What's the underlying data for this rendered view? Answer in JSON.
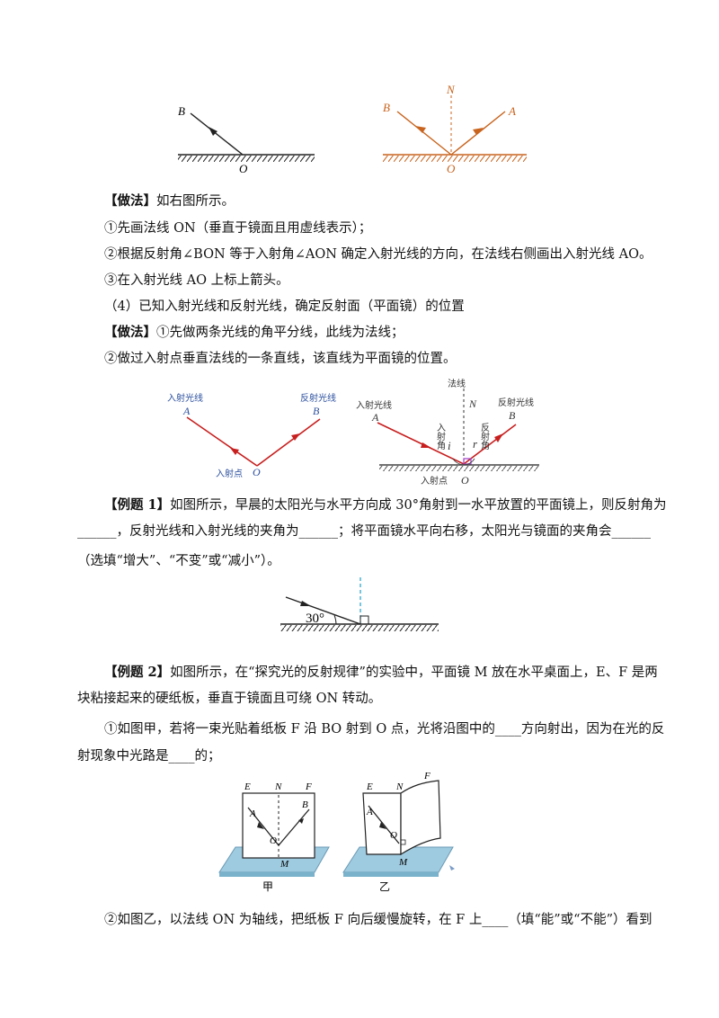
{
  "fig1": {
    "left": {
      "B": "B",
      "O": "O"
    },
    "right": {
      "N": "N",
      "A": "A",
      "B": "B",
      "O": "O"
    }
  },
  "section3": {
    "method_tag": "【做法】",
    "method_text": "如右图所示。",
    "step1": "①先画法线 ON（垂直于镜面且用虚线表示）；",
    "step2": "②根据反射角∠BON 等于入射角∠AON 确定入射光线的方向，在法线右侧画出入射光线 AO。",
    "step3": "③在入射光线 AO 上标上箭头。"
  },
  "section4": {
    "title": "（4）已知入射光线和反射光线，确定反射面（平面镜）的位置",
    "method_tag": "【做法】",
    "method_text": "①先做两条光线的角平分线，此线为法线；",
    "step2": "②做过入射点垂直法线的一条直线，该直线为平面镜的位置。"
  },
  "fig2": {
    "left": {
      "incident": "入射光线",
      "reflected": "反射光线",
      "A": "A",
      "B": "B",
      "point": "入射点",
      "O": "O"
    },
    "right": {
      "normal": "法线",
      "N": "N",
      "incident": "入射光线",
      "reflected": "反射光线",
      "A": "A",
      "B": "B",
      "in_angle": "入射角",
      "out_angle": "反射角",
      "i": "i",
      "r": "r",
      "point": "入射点",
      "O": "O"
    }
  },
  "example1": {
    "tag": "【例题 1】",
    "line1": "如图所示，早晨的太阳光与水平方向成 30°角射到一水平放置的平面镜上，则反射角为",
    "line2": "______，反射光线和入射光线的夹角为______；将平面镜水平向右移，太阳光与镜面的夹角会______",
    "line3": "（选填“增大”、“不变”或“减小”）。",
    "figure_angle": "30°"
  },
  "example2": {
    "tag": "【例题 2】",
    "line1": "如图所示，在“探究光的反射规律”的实验中，平面镜 M 放在水平桌面上，E、F 是两",
    "line2": "块粘接起来的硬纸板，垂直于镜面且可绕 ON 转动。",
    "q1_line1": "①如图甲，若将一束光贴着纸板 F 沿 BO 射到 O 点，光将沿图中的____方向射出，因为在光的反",
    "q1_line2": "射现象中光路是____的；",
    "q2_line1": "②如图乙，以法线 ON 为轴线，把纸板 F 向后缓慢旋转，在 F 上____（填“能”或“不能”）看到",
    "fig_jia": {
      "E": "E",
      "N": "N",
      "F": "F",
      "A": "A",
      "B": "B",
      "O": "O",
      "M": "M",
      "caption": "甲"
    },
    "fig_yi": {
      "E": "E",
      "N": "N",
      "F": "F",
      "A": "A",
      "O": "O",
      "M": "M",
      "caption": "乙"
    }
  },
  "colors": {
    "orange": "#c8641e",
    "red": "#c81e1e",
    "mirror": "#9fcbe0",
    "cyan": "#1fa0c8",
    "blue": "#7a9cc8"
  }
}
